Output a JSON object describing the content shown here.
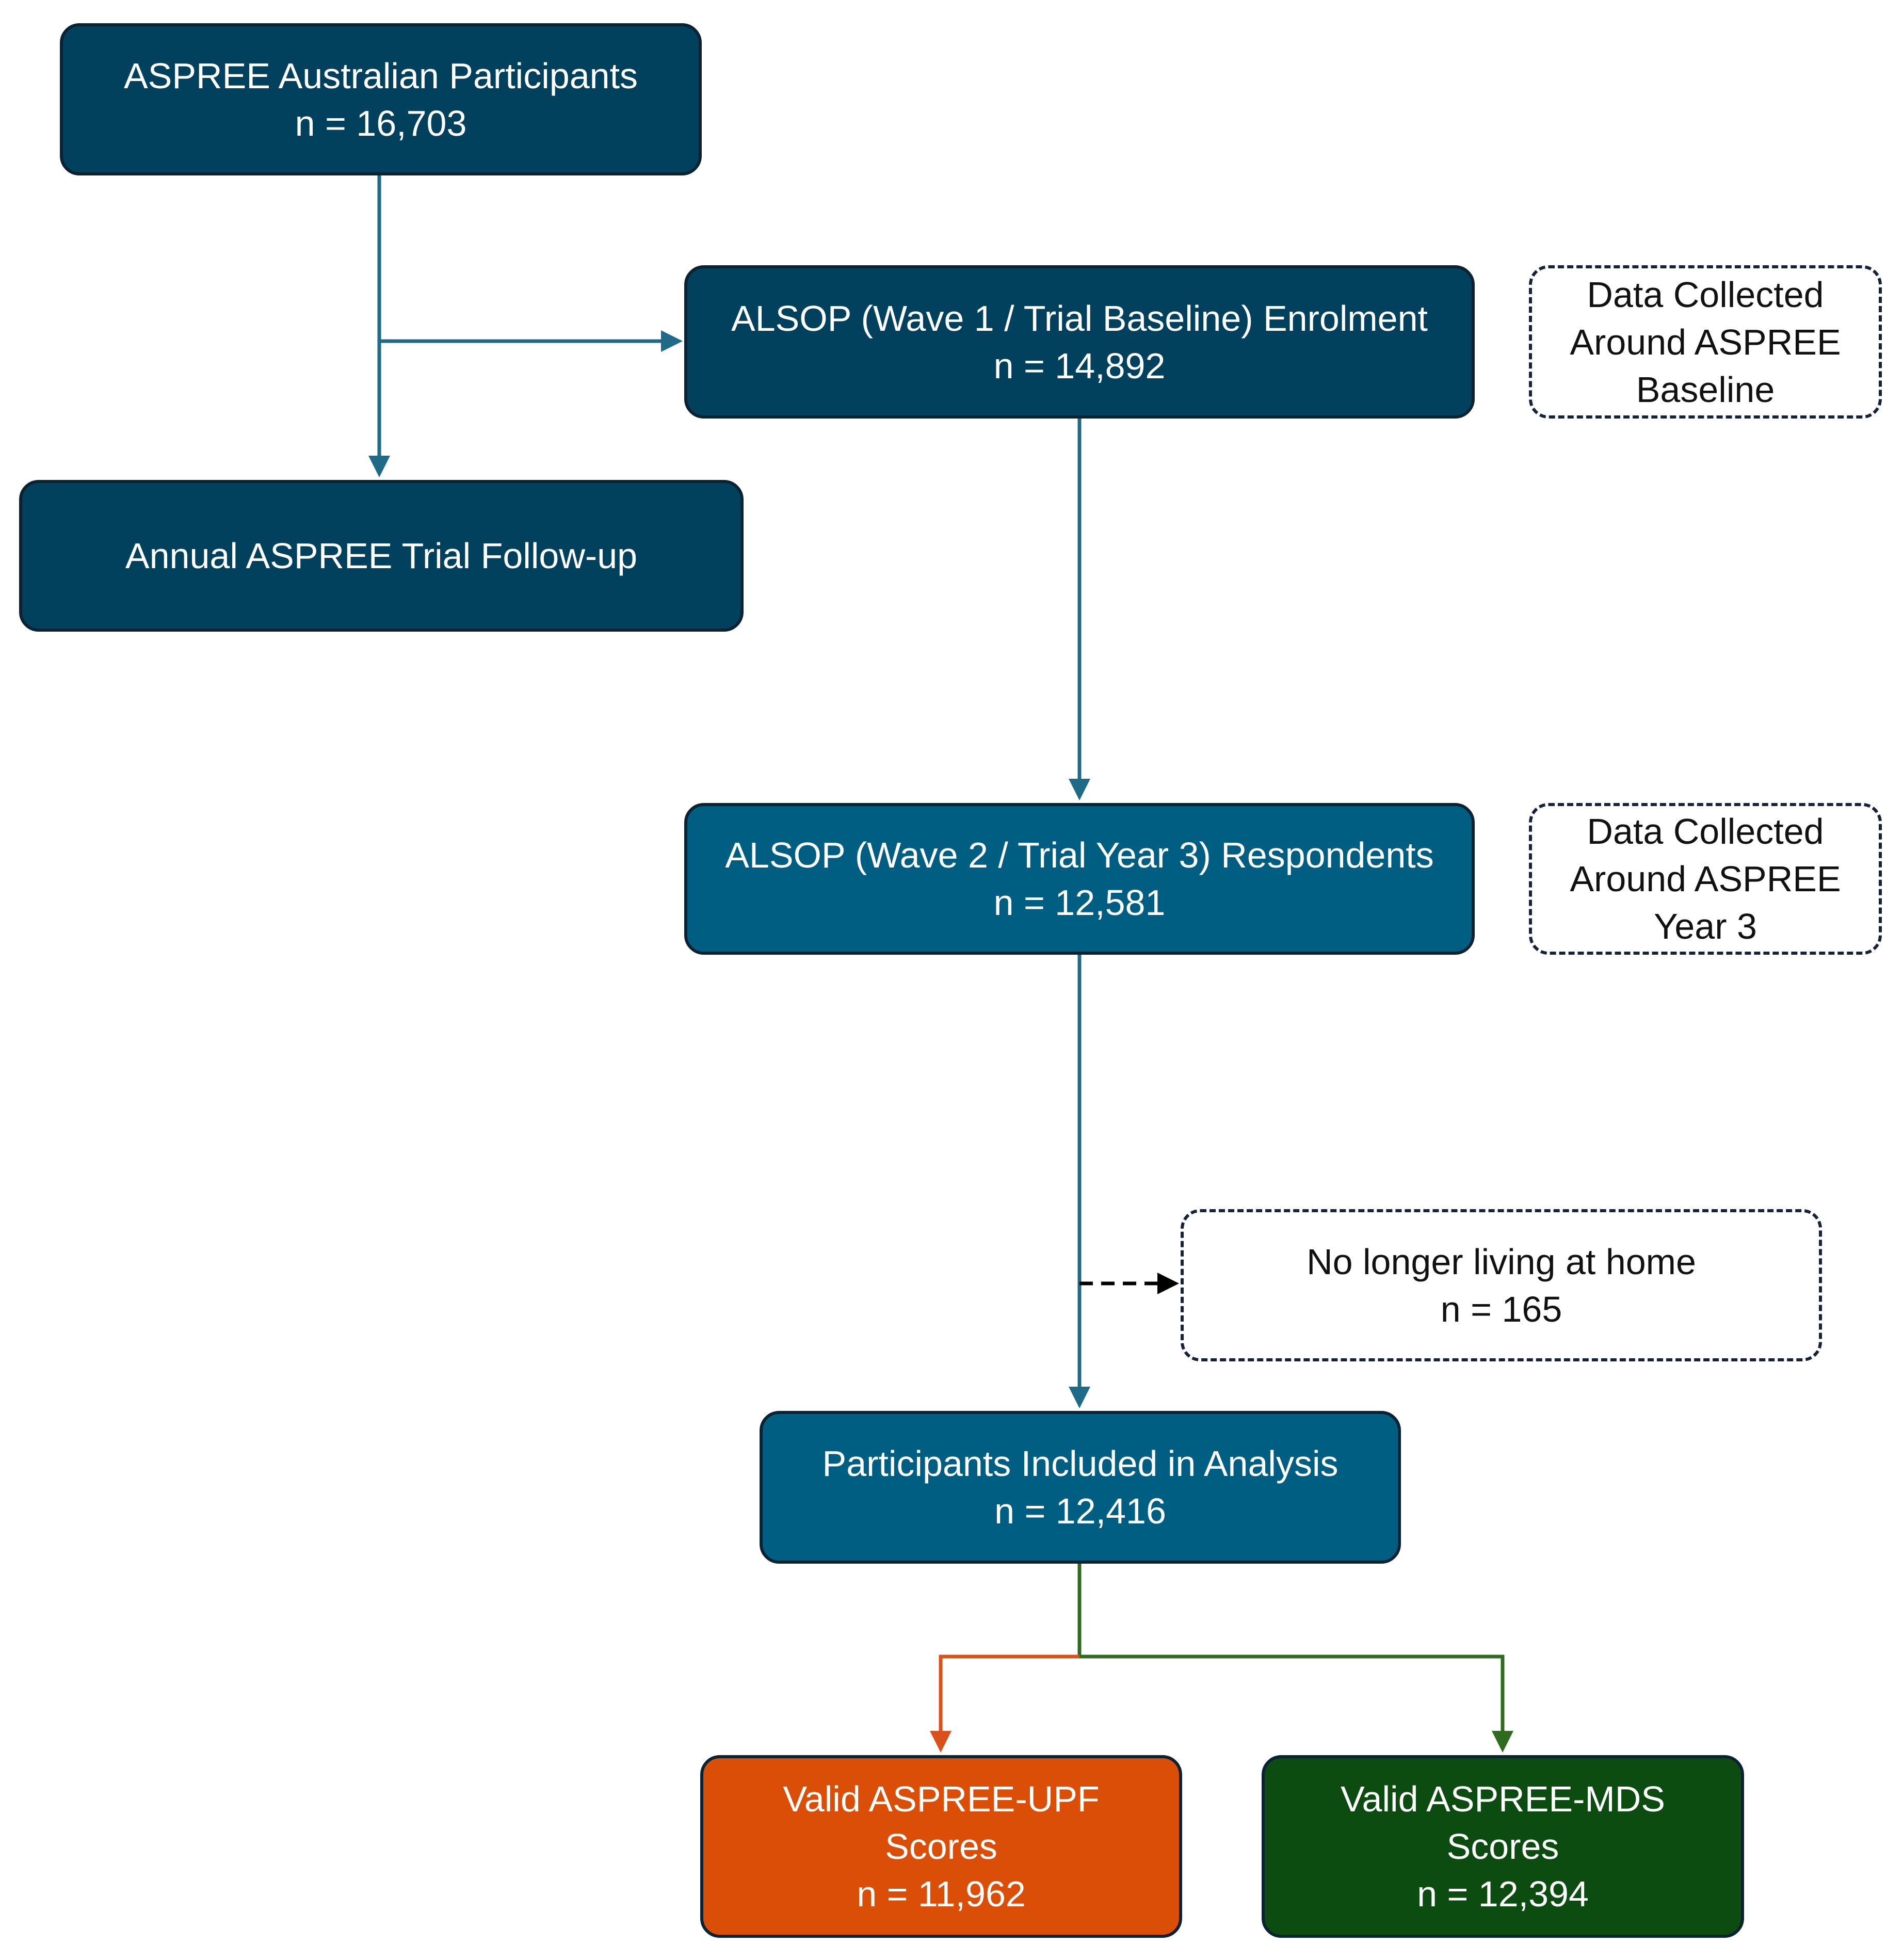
{
  "colors": {
    "dark_box": "#02415e",
    "mid_box": "#005e82",
    "upf_box": "#db4e08",
    "mds_box": "#0c4c10",
    "teal_arrow": "#1f6a86",
    "orange_arrow": "#d9501a",
    "green_arrow": "#2f6b1f",
    "dashed_arrow": "#000000"
  },
  "nodes": {
    "aspree": {
      "line1": "ASPREE Australian Participants",
      "line2": "n = 16,703"
    },
    "annual": {
      "line1": "Annual ASPREE Trial Follow-up"
    },
    "wave1": {
      "line1": "ALSOP (Wave 1 / Trial Baseline) Enrolment",
      "line2": "n = 14,892"
    },
    "baseline_note": {
      "line1": "Data Collected",
      "line2": "Around ASPREE",
      "line3": "Baseline"
    },
    "wave2": {
      "line1": "ALSOP (Wave 2 / Trial Year 3) Respondents",
      "line2": "n = 12,581"
    },
    "year3_note": {
      "line1": "Data Collected",
      "line2": "Around ASPREE",
      "line3": "Year 3"
    },
    "excluded": {
      "line1": "No longer living at home",
      "line2": "n = 165"
    },
    "included": {
      "line1": "Participants Included in Analysis",
      "line2": "n = 12,416"
    },
    "upf": {
      "line1": "Valid ASPREE-UPF",
      "line2": "Scores",
      "line3": "n = 11,962"
    },
    "mds": {
      "line1": "Valid ASPREE-MDS",
      "line2": "Scores",
      "line3": "n = 12,394"
    }
  }
}
